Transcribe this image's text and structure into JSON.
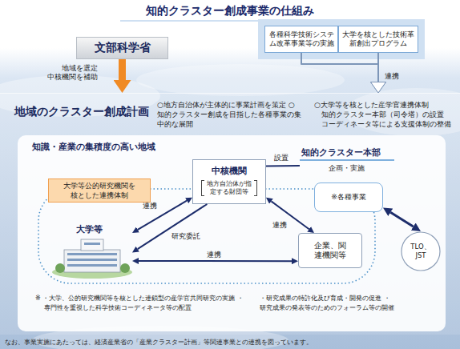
{
  "diagram": {
    "title": "知的クラスター創成事業の仕組み",
    "nodes": [
      {
        "text": [
          "文部科学省"
        ]
      },
      {
        "text": [
          "各種科学技術システム改革事業等の実施"
        ]
      },
      {
        "text": [
          "大学を核とした技術革新創出プログラム"
        ]
      },
      {
        "text": [
          "地域のクラスター創成計画",
          "○地方自治体が主体的に事業計画を策定 ○知的クラスター創成を目指した各種事業の集中的な展開",
          "○大学等を核とした産学官連携体制 知的クラスター本部（司令塔）の設置 コーディネータ等による支援体制の整備"
        ]
      },
      {
        "text": [
          "知識・産業の集積度の高い地域",
          "※ ・大学、公的研究機関等を核とした連鎖型の産学官共同研究の実施 ・専門性を重視した科学技術コーディネータ等の配置",
          "・研究成果の特許化及び育成・開発の促進 ・研究成果の発表等のためのフォーラム等の開催"
        ],
        "in": 3
      },
      {
        "text": [
          "大学等公的研究機関を核とした連携体制"
        ],
        "in": 4
      },
      {
        "text": [
          "中核機関",
          "地方自治体が指定する財団等"
        ],
        "in": 4
      },
      {
        "text": [
          "知的クラスター本部"
        ],
        "in": 4
      },
      {
        "text": [
          "※各種事業"
        ],
        "in": 7
      },
      {
        "text": [
          "大学等"
        ],
        "in": 4
      },
      {
        "text": [
          "企業、関連機関等"
        ],
        "in": 4
      },
      {
        "text": [
          "TLO、JST"
        ],
        "in": 4
      }
    ],
    "edges": [
      {
        "from": 0,
        "to": 3,
        "label": "地域を選定 中核機関を補助",
        "arrow": "to"
      },
      {
        "from": 1,
        "to": 3,
        "label": "連携",
        "arrow": "to"
      },
      {
        "from": 2,
        "to": 3,
        "arrow": "to"
      },
      {
        "from": 9,
        "to": 6,
        "label": "連携",
        "arrow": "both"
      },
      {
        "from": 6,
        "to": 9,
        "label": "研究委託",
        "arrow": "to"
      },
      {
        "from": 6,
        "to": 10,
        "label": "連携",
        "arrow": "both"
      },
      {
        "from": 9,
        "to": 10,
        "label": "連携",
        "arrow": "both"
      },
      {
        "from": 8,
        "to": 11,
        "arrow": "both"
      },
      {
        "from": 6,
        "to": 7,
        "label": "設置",
        "arrow": "none"
      }
    ],
    "labels": [
      "企画・実施",
      "なお、事業実施にあたっては、経済産業省の「産業クラスター計画」等関連事業との連携を図っています。"
    ]
  }
}
